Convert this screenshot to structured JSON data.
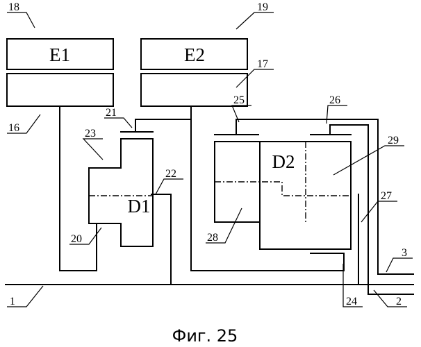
{
  "blocks": {
    "e1": "E1",
    "e2": "E2",
    "d1": "D1",
    "d2": "D2"
  },
  "callouts": {
    "c1": "1",
    "c2": "2",
    "c3": "3",
    "c16": "16",
    "c17": "17",
    "c18": "18",
    "c19": "19",
    "c20": "20",
    "c21": "21",
    "c22": "22",
    "c23": "23",
    "c24": "24",
    "c25": "25",
    "c26": "26",
    "c27": "27",
    "c28": "28",
    "c29": "29"
  },
  "caption": "Фиг. 25"
}
